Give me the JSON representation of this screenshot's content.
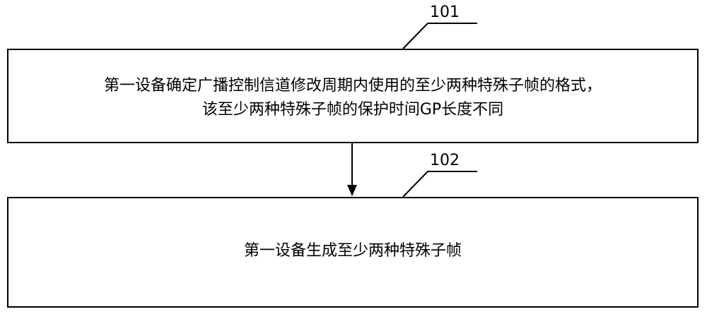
{
  "steps": [
    {
      "ref": "101",
      "lines": [
        "第一设备确定广播控制信道修改周期内使用的至少两种特殊子帧的格式，",
        "该至少两种特殊子帧的保护时间GP长度不同"
      ]
    },
    {
      "ref": "102",
      "lines": [
        "第一设备生成至少两种特殊子帧"
      ]
    }
  ]
}
